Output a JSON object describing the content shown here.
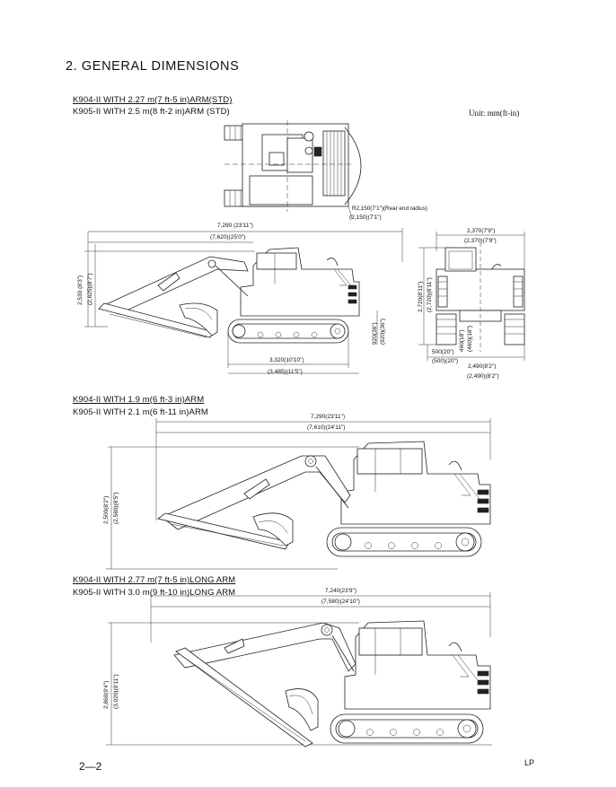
{
  "section_title": "2. GENERAL DIMENSIONS",
  "unit_label": "Unit: mm(ft-in)",
  "view1": {
    "caption_k904": "K904-II WITH 2.27 m(7 ft-5 in)ARM(STD)",
    "caption_k905": "K905-II WITH 2.5 m(8 ft-2 in)ARM (STD)",
    "rear_radius": "R2,150(7'1\")(Rear end radius)",
    "rear_radius_k905": "(2,150)(7'1\")",
    "overall_length": "7,290 (23'11\")",
    "overall_length_k905": "(7,620)(25'0\")",
    "overall_height": "2,530 (8'3\")",
    "overall_height_k905": "(2,625)(8'7\")",
    "clearance": "920(36\")",
    "clearance_k905": "(920)(36\")",
    "tumbler_length": "3,320(10'10\")",
    "track_length": "(3,485)(11'5\")",
    "front_width": "2,370(7'9\")",
    "front_width_k905": "(2,370)(7'9\")",
    "cab_height": "2,720(8'11\")",
    "cab_height_k905": "(2,720)(8'11\")",
    "shoe_width": "500(20\")",
    "shoe_width_k905": "(500)(20\")",
    "ground_clearance": "460(18\")",
    "ground_clearance_k905": "(460)(18\")",
    "track_width": "2,490(8'2\")",
    "track_width_k905": "(2,490)(8'2\")"
  },
  "view2": {
    "caption_k904": "K904-II WITH 1.9 m(6 ft-3 in)ARM",
    "caption_k905": "K905-II WITH 2.1 m(6 ft-11 in)ARM",
    "overall_length": "7,290(23'11\")",
    "overall_length_k905": "(7,610)(24'11\")",
    "overall_height": "2,500(8'2\")",
    "overall_height_k905": "(2,580)(8'5\")"
  },
  "view3": {
    "caption_k904": "K904-II WITH 2.77 m(7 ft-5 in)LONG ARM",
    "caption_k905": "K905-II WITH 3.0 m(9 ft-10 in)LONG ARM",
    "overall_length": "7,240(23'9\")",
    "overall_length_k905": "(7,580)(24'10\")",
    "overall_height": "2,860(9'4\")",
    "overall_height_k905": "(3,020)(9'11\")"
  },
  "page_number": "2—2",
  "footer_code": "LP"
}
